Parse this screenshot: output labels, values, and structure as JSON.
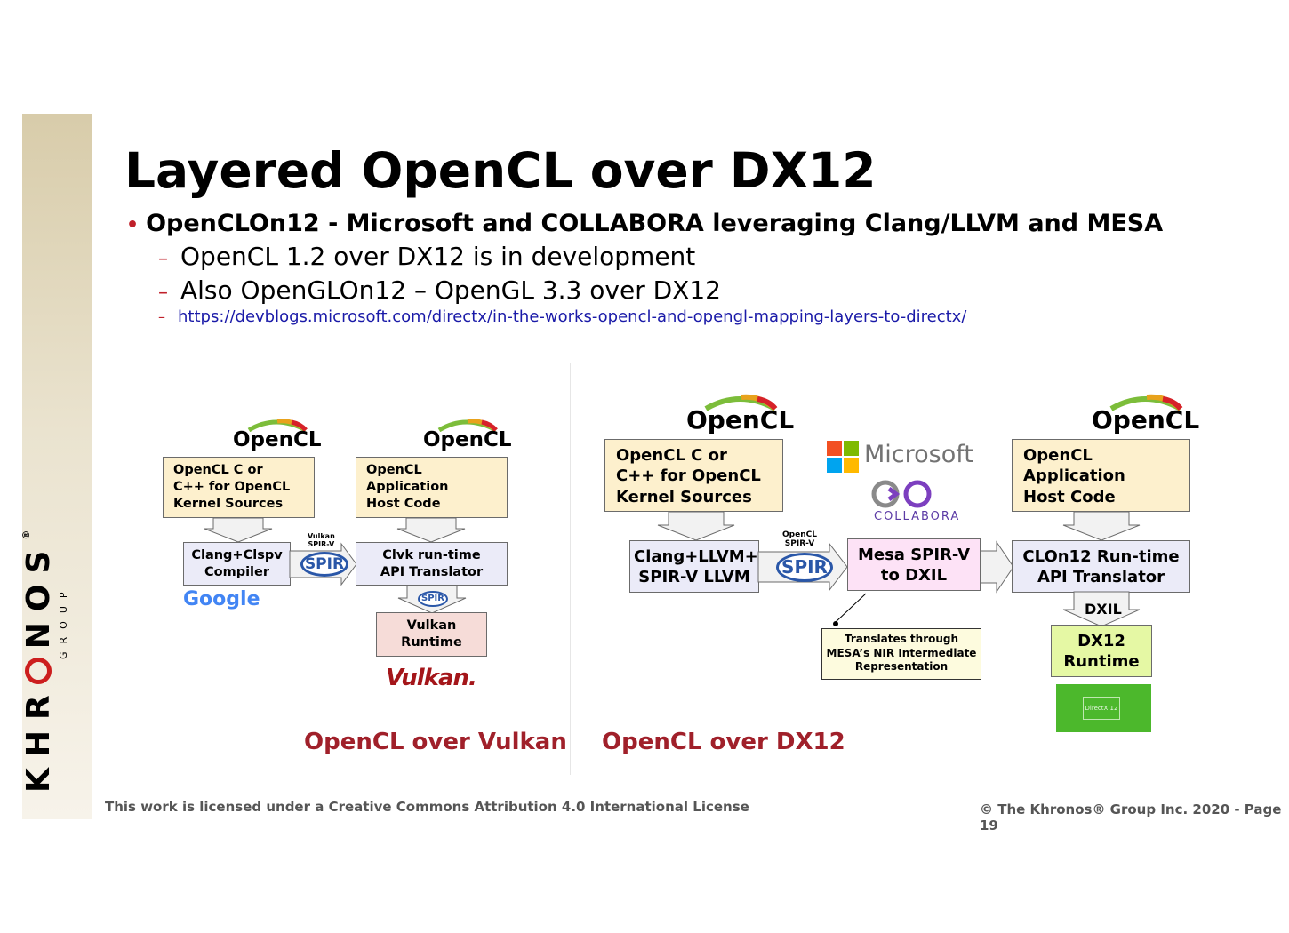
{
  "brand": {
    "word": "KHR",
    "word_after": "NOS",
    "registered": "®",
    "group": "GROUP"
  },
  "title": "Layered OpenCL over DX12",
  "bullets": {
    "main": "OpenCLOn12 - Microsoft and COLLABORA leveraging Clang/LLVM and MESA",
    "sub1": "OpenCL 1.2 over DX12 is in development",
    "sub2": "Also OpenGLOn12 – OpenGL 3.3 over DX12",
    "link": "https://devblogs.microsoft.com/directx/in-the-works-opencl-and-opengl-mapping-layers-to-directx/"
  },
  "left_diagram": {
    "opencl_logo_1": "OpenCL",
    "opencl_logo_2": "OpenCL",
    "kernel_box": "OpenCL C or\nC++ for OpenCL\nKernel Sources",
    "host_box": "OpenCL\nApplication\nHost Code",
    "compiler_box": "Clang+Clspv\nCompiler",
    "spir_label": "Vulkan\nSPIR-V",
    "spir_logo": "SPIR",
    "spir_small": "SPIR",
    "translator_box": "Clvk run-time\nAPI Translator",
    "google": "Google",
    "runtime_box": "Vulkan\nRuntime",
    "vulkan_logo": "Vulkan.",
    "caption": "OpenCL over Vulkan"
  },
  "right_diagram": {
    "opencl_logo_1": "OpenCL",
    "opencl_logo_2": "OpenCL",
    "kernel_box": "OpenCL C or\nC++ for OpenCL\nKernel Sources",
    "microsoft": "Microsoft",
    "collabora": "COLLABORA",
    "host_box": "OpenCL\nApplication\nHost Code",
    "compiler_box": "Clang+LLVM+\nSPIR-V LLVM",
    "spir_label": "OpenCL\nSPIR-V",
    "spir_logo": "SPIR",
    "mesa_box": "Mesa SPIR-V\nto DXIL",
    "translator_box": "CLOn12 Run-time\nAPI Translator",
    "dxil_label": "DXIL",
    "runtime_box": "DX12\nRuntime",
    "note_box": "Translates through\nMESA’s NIR Intermediate\nRepresentation",
    "directx_logo": "DirectX 12",
    "caption": "OpenCL over DX12"
  },
  "footer": {
    "license": "This work is licensed under a Creative Commons Attribution 4.0 International License",
    "copyright": "© The Khronos® Group Inc. 2020 - Page 19"
  },
  "colors": {
    "accent_red": "#a0202a",
    "link_blue": "#1a1aa8",
    "source_box": "#fdf0cd",
    "process_box": "#ebebf8",
    "vulkan_box": "#f6dcd8",
    "mesa_box": "#fde2f6",
    "dx12_box": "#e5f8a4",
    "directx_green": "#4cb82c"
  }
}
